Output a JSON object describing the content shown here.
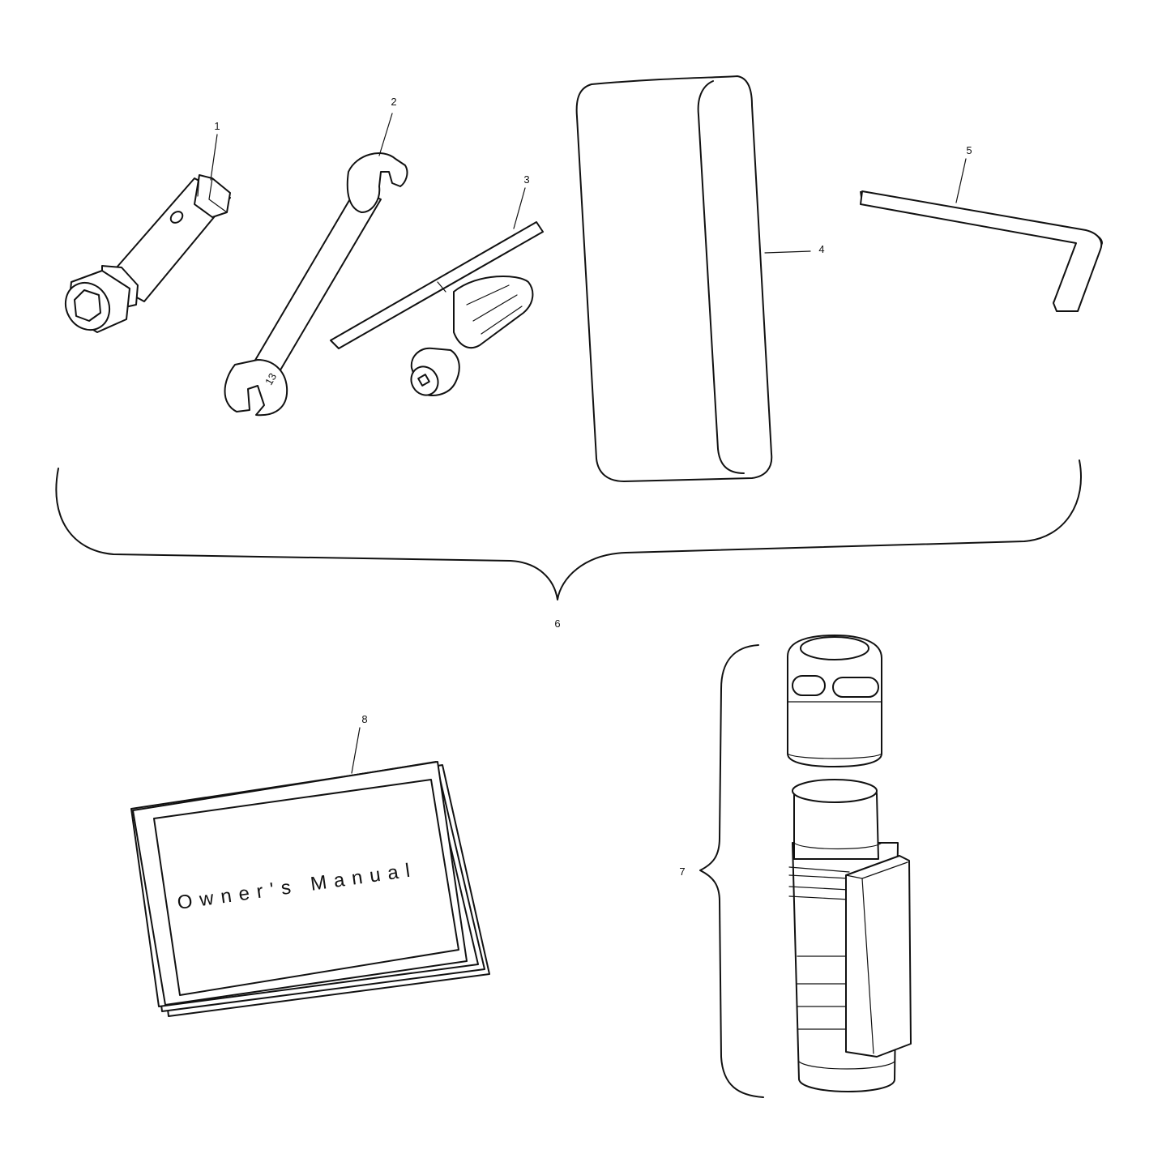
{
  "callouts": {
    "c1": "1",
    "c2": "2",
    "c3": "3",
    "c4": "4",
    "c5": "5",
    "c6": "6",
    "c7": "7",
    "c8": "8"
  },
  "parts": {
    "wrench_marking": "13",
    "manual_cover_title": "Owner's Manual"
  }
}
